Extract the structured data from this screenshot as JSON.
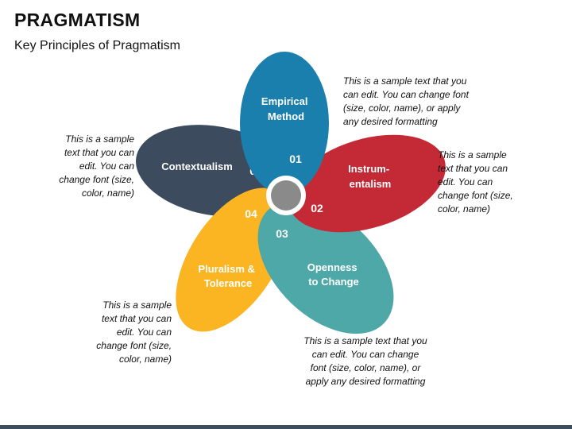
{
  "header": {
    "title": "PRAGMATISM",
    "subtitle": "Key Principles of Pragmatism"
  },
  "petals": [
    {
      "number": "01",
      "label_lines": [
        "Empirical",
        "Method"
      ],
      "color": "#1b7fae"
    },
    {
      "number": "02",
      "label_lines": [
        "Instrum-",
        "entalism"
      ],
      "color": "#c42a36"
    },
    {
      "number": "03",
      "label_lines": [
        "Openness",
        "to Change"
      ],
      "color": "#4ea8a8"
    },
    {
      "number": "04",
      "label_lines": [
        "Pluralism &",
        "Tolerance"
      ],
      "color": "#fbb523"
    },
    {
      "number": "05",
      "label_lines": [
        "Contextualism"
      ],
      "color": "#3c4b5d"
    }
  ],
  "descriptions": [
    {
      "lines": [
        "This is a sample text that you",
        "can edit. You can change font",
        "(size, color, name), or apply",
        "any desired formatting"
      ]
    },
    {
      "lines": [
        "This is a sample",
        "text that you can",
        "edit. You can",
        "change font (size,",
        "color, name)"
      ]
    },
    {
      "lines": [
        "This is a sample text that you",
        "can edit. You can change",
        "font (size, color, name), or",
        "apply any desired formatting"
      ]
    },
    {
      "lines": [
        "This is a sample",
        "text that you can",
        "edit. You can",
        "change font (size,",
        "color, name)"
      ]
    },
    {
      "lines": [
        "This is a sample",
        "text that you can",
        "edit. You can",
        "change font (size,",
        "color, name)"
      ]
    }
  ],
  "center": {
    "color": "#8a8a8a",
    "ring_color": "#ffffff"
  },
  "footer_bar_color": "#3d4d5c"
}
